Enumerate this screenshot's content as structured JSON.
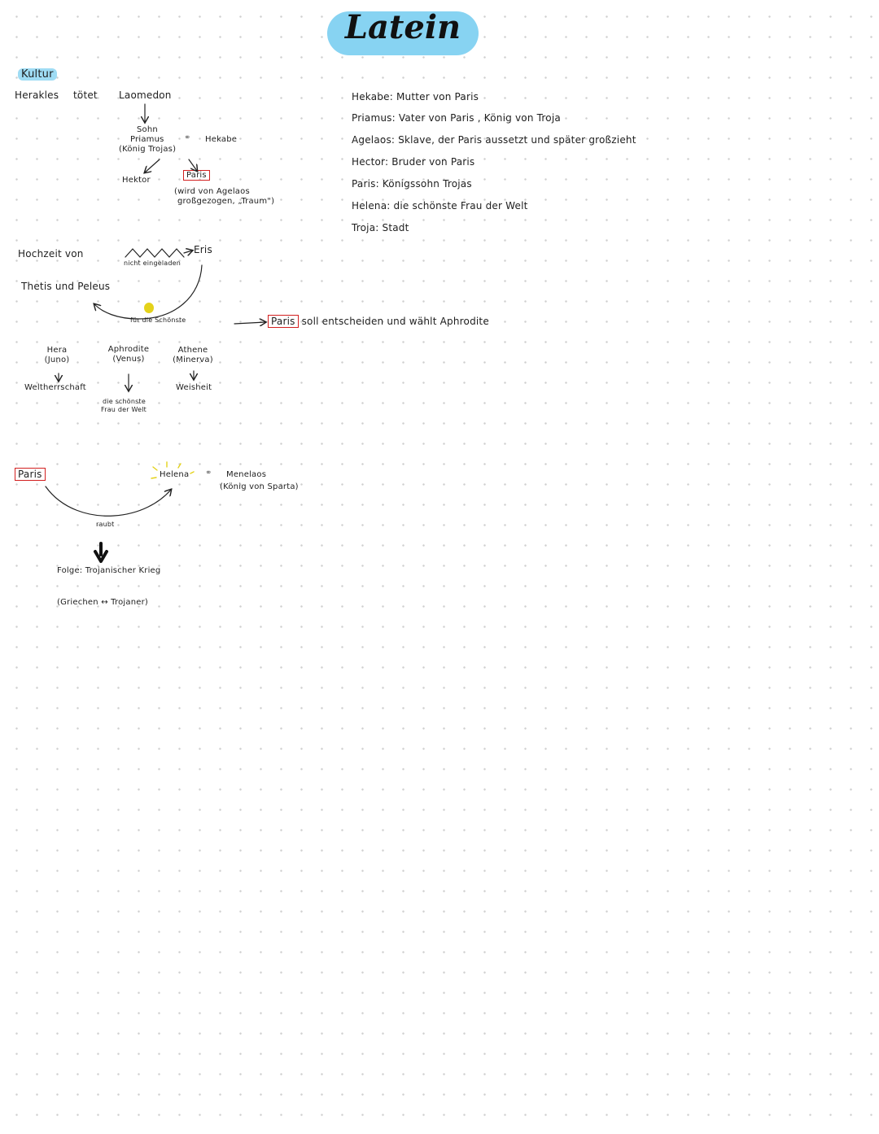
{
  "title": "Latein",
  "section_heading": "Kultur",
  "genealogy": {
    "herakles": "Herakles",
    "toetet": "tötet",
    "laomedon": "Laomedon",
    "sohn": "Sohn",
    "priamus": "Priamus",
    "priamus_note": "(König Trojas)",
    "hekabe": "Hekabe",
    "hektor": "Hektor",
    "paris": "Paris",
    "paris_note_1": "(wird von Agelaos",
    "paris_note_2": "großgezogen, „Traum\")"
  },
  "definitions": [
    "Hekabe: Mutter von Paris",
    "Priamus: Vater von Paris , König von Troja",
    "Agelaos: Sklave, der Paris aussetzt und später großzieht",
    "Hector: Bruder von Paris",
    "Paris: Königssohn Trojas",
    "Helena: die schönste Frau der Welt",
    "Troja: Stadt"
  ],
  "wedding": {
    "line1": "Hochzeit von",
    "line2": "Thetis und Peleus",
    "not_invited": "nicht eingeladen",
    "eris": "Eris",
    "apple_label": "für die Schönste"
  },
  "paris_choice": {
    "paris": "Paris",
    "rest": "soll entscheiden und wählt Aphrodite"
  },
  "goddesses": [
    {
      "name": "Hera",
      "roman": "(Juno)",
      "gift": "Weltherrschaft"
    },
    {
      "name": "Aphrodite",
      "roman": "(Venus)",
      "gift_1": "die schönste",
      "gift_2": "Frau der Welt"
    },
    {
      "name": "Athene",
      "roman": "(Minerva)",
      "gift": "Weisheit"
    }
  ],
  "abduction": {
    "paris": "Paris",
    "helena": "Helena",
    "menelaos": "Menelaos",
    "menelaos_note": "(König von Sparta)",
    "raubt": "raubt",
    "folge": "Folge: Trojanischer Krieg",
    "sides": "(Griechen ↔ Trojaner)"
  },
  "colors": {
    "title_highlight": "#87d3f2",
    "box_red": "#d21f1f",
    "apple_yellow": "#e4d21a",
    "ink": "#1e1e1e"
  }
}
